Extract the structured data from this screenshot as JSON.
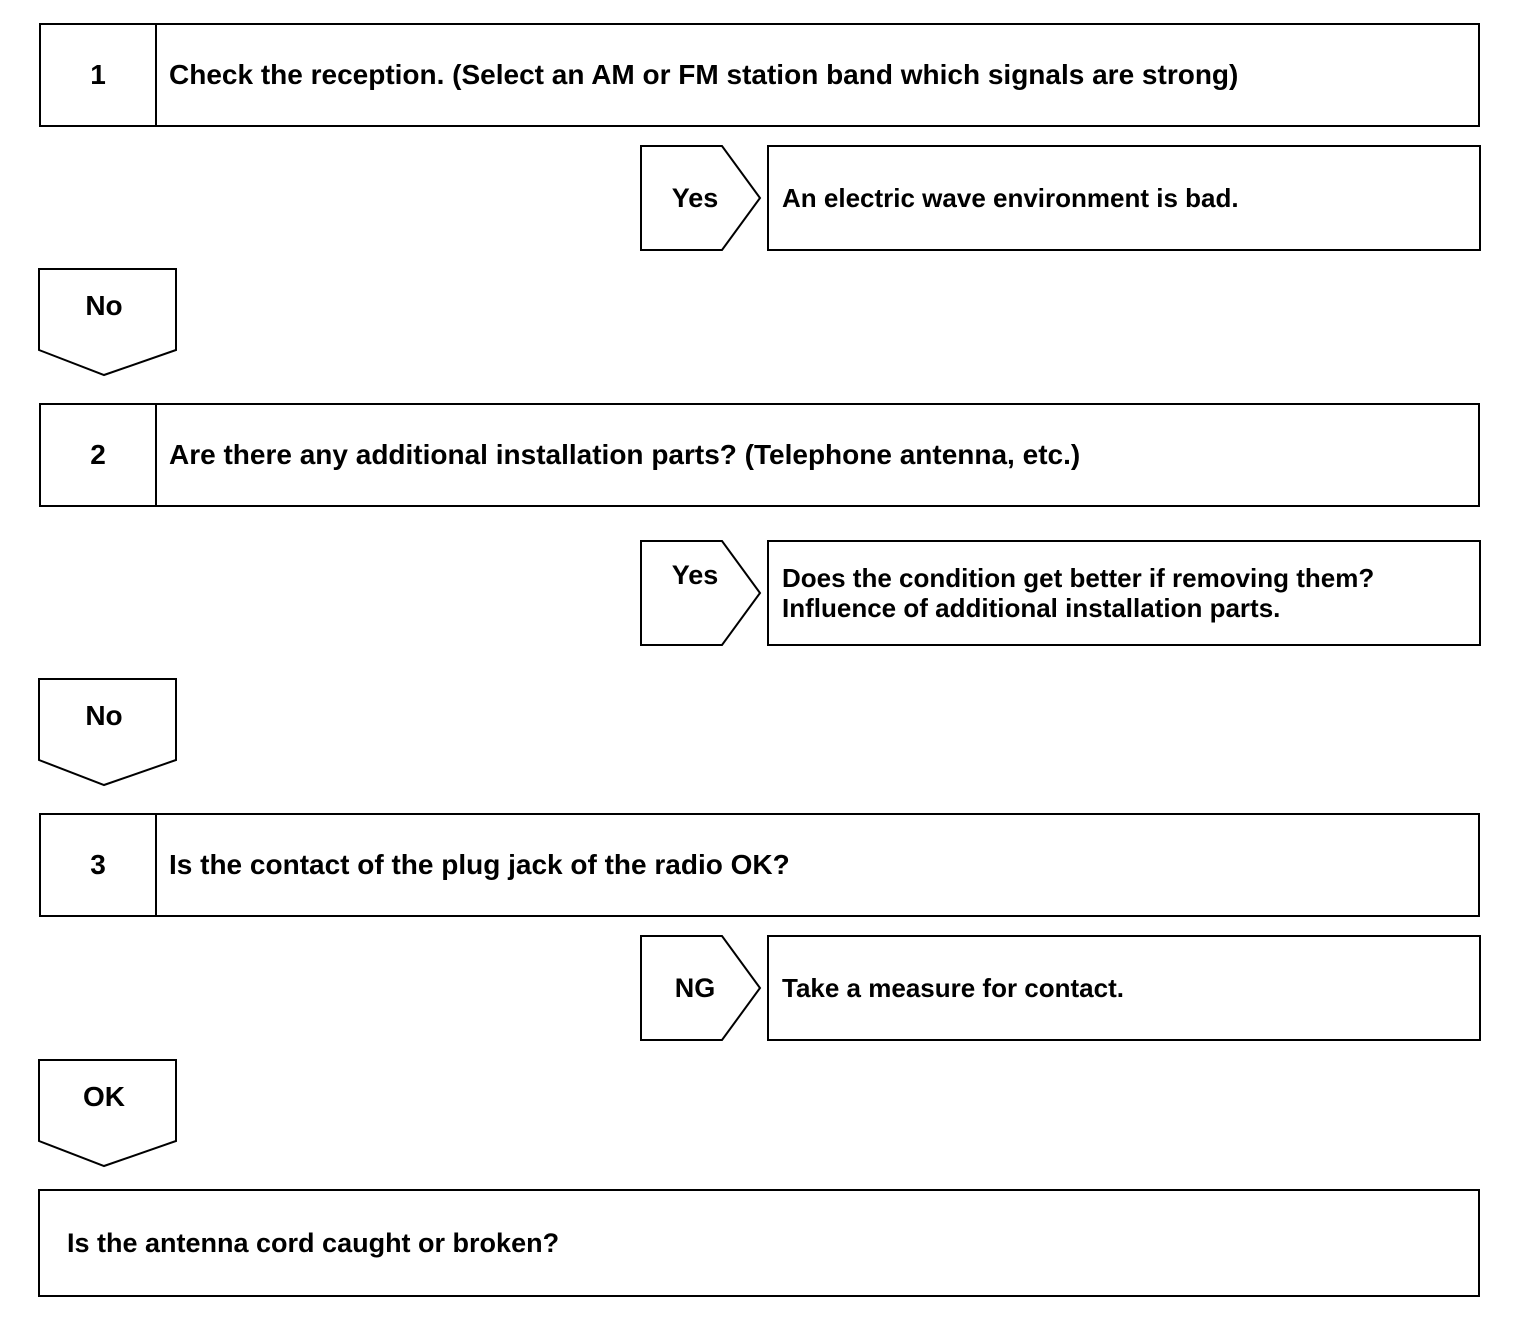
{
  "steps": [
    {
      "number": "1",
      "text": "Check the reception. (Select an AM or FM station band which signals are strong)"
    },
    {
      "number": "2",
      "text": "Are there any additional installation parts? (Telephone antenna, etc.)"
    },
    {
      "number": "3",
      "text": "Is the contact of the plug jack of the radio OK?"
    }
  ],
  "branches": [
    {
      "label": "Yes",
      "result_lines": [
        "An electric wave environment is bad."
      ]
    },
    {
      "label": "Yes",
      "result_lines": [
        "Does the condition get better if removing them?",
        "Influence of additional installation parts."
      ]
    },
    {
      "label": "NG",
      "result_lines": [
        "Take a measure for contact."
      ]
    }
  ],
  "down_arrows": [
    "No",
    "No",
    "OK"
  ],
  "final_box": "Is the antenna cord caught or broken?"
}
